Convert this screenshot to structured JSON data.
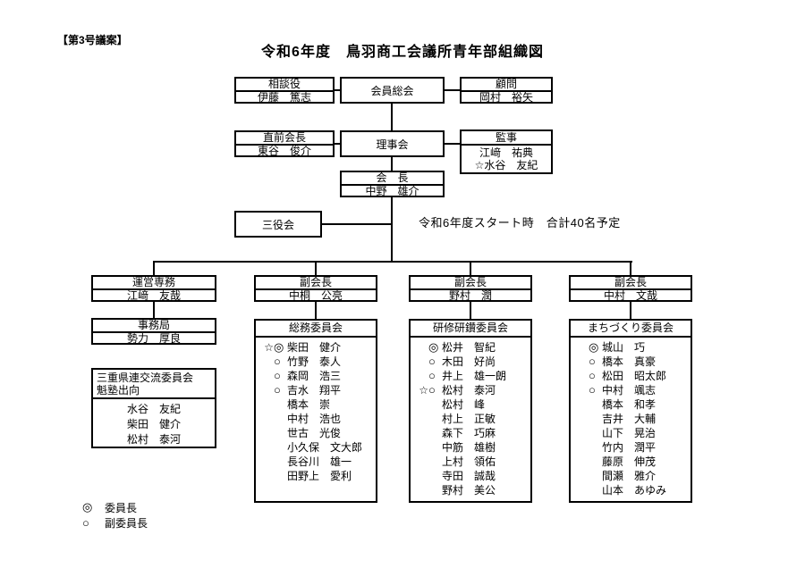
{
  "page": {
    "proposal_tag": "【第3号議案】",
    "title": "令和6年度　鳥羽商工会議所青年部組織図",
    "start_note": "令和6年度スタート時　合計40名予定"
  },
  "top": {
    "advisor": {
      "title": "相談役",
      "name": "伊藤　篤志"
    },
    "general_assembly": {
      "title": "会員総会"
    },
    "komon": {
      "title": "顧問",
      "name": "岡村　裕矢"
    },
    "previous_president": {
      "title": "直前会長",
      "name": "東谷　俊介"
    },
    "board": {
      "title": "理事会"
    },
    "auditors": {
      "title": "監事",
      "names": [
        "江﨑　祐典",
        "☆水谷　友紀"
      ]
    },
    "president": {
      "title": "会　長",
      "name": "中野　雄介"
    },
    "executives_meeting": {
      "title": "三役会"
    }
  },
  "columns": [
    {
      "role": "運営専務",
      "name": "江﨑　友哉"
    },
    {
      "role": "副会長",
      "name": "中桐　公亮"
    },
    {
      "role": "副会長",
      "name": "野村　潤"
    },
    {
      "role": "副会長",
      "name": "中村　文哉"
    }
  ],
  "secretariat": {
    "title": "事務局",
    "name": "勢力　厚良"
  },
  "committees": [
    {
      "title": "総務委員会",
      "members": [
        {
          "star": "☆",
          "mark": "◎",
          "name": "柴田　健介"
        },
        {
          "star": "",
          "mark": "○",
          "name": "竹野　泰人"
        },
        {
          "star": "",
          "mark": "○",
          "name": "森岡　浩三"
        },
        {
          "star": "",
          "mark": "○",
          "name": "吉水　翔平"
        },
        {
          "star": "",
          "mark": "",
          "name": "橋本　崇"
        },
        {
          "star": "",
          "mark": "",
          "name": "中村　浩也"
        },
        {
          "star": "",
          "mark": "",
          "name": "世古　光俊"
        },
        {
          "star": "",
          "mark": "",
          "name": "小久保　文大郎"
        },
        {
          "star": "",
          "mark": "",
          "name": "長谷川　雄一"
        },
        {
          "star": "",
          "mark": "",
          "name": "田野上　愛利"
        }
      ]
    },
    {
      "title": "研修研鑽委員会",
      "members": [
        {
          "star": "",
          "mark": "◎",
          "name": "松井　智紀"
        },
        {
          "star": "",
          "mark": "○",
          "name": "木田　好尚"
        },
        {
          "star": "",
          "mark": "○",
          "name": "井上　雄一朗"
        },
        {
          "star": "☆",
          "mark": "○",
          "name": "松村　泰河"
        },
        {
          "star": "",
          "mark": "",
          "name": "松村　峰"
        },
        {
          "star": "",
          "mark": "",
          "name": "村上　正敏"
        },
        {
          "star": "",
          "mark": "",
          "name": "森下　巧麻"
        },
        {
          "star": "",
          "mark": "",
          "name": "中筋　雄樹"
        },
        {
          "star": "",
          "mark": "",
          "name": "上村　領佑"
        },
        {
          "star": "",
          "mark": "",
          "name": "寺田　誠哉"
        },
        {
          "star": "",
          "mark": "",
          "name": "野村　美公"
        }
      ]
    },
    {
      "title": "まちづくり委員会",
      "members": [
        {
          "star": "",
          "mark": "◎",
          "name": "城山　巧"
        },
        {
          "star": "",
          "mark": "○",
          "name": "橋本　真豪"
        },
        {
          "star": "",
          "mark": "○",
          "name": "松田　昭太郎"
        },
        {
          "star": "",
          "mark": "○",
          "name": "中村　颯志"
        },
        {
          "star": "",
          "mark": "",
          "name": "橋本　和孝"
        },
        {
          "star": "",
          "mark": "",
          "name": "吉井　大輔"
        },
        {
          "star": "",
          "mark": "",
          "name": "山下　晃治"
        },
        {
          "star": "",
          "mark": "",
          "name": "竹内　潤平"
        },
        {
          "star": "",
          "mark": "",
          "name": "藤原　伸茂"
        },
        {
          "star": "",
          "mark": "",
          "name": "間瀬　雅介"
        },
        {
          "star": "",
          "mark": "",
          "name": "山本　あゆみ"
        }
      ]
    }
  ],
  "mie_exchange": {
    "title_line1": "三重県連交流委員会",
    "title_line2": "魁塾出向",
    "members": [
      {
        "name": "水谷　友紀"
      },
      {
        "name": "柴田　健介"
      },
      {
        "name": "松村　泰河"
      }
    ]
  },
  "legend": {
    "items": [
      {
        "symbol": "◎",
        "label": "委員長"
      },
      {
        "symbol": "○",
        "label": "副委員長"
      }
    ]
  },
  "colors": {
    "line": "#000000",
    "background": "#ffffff"
  }
}
